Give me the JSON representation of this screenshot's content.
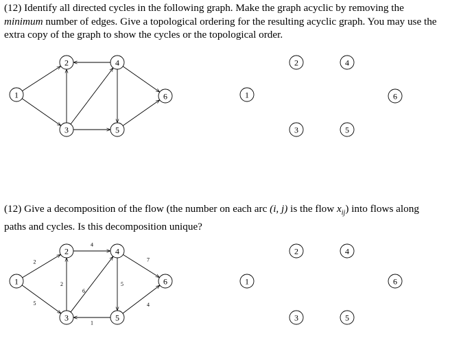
{
  "q1": {
    "part1": "(12) Identify all directed cycles in the following graph. Make the graph acyclic by removing the ",
    "emph": "minimum",
    "part2": " number of edges. Give a topological ordering for the resulting acyclic graph. You may use the extra copy of the graph to show the cycles or the topological order."
  },
  "q2": {
    "part1": "(12) Give a decomposition of the flow (the number on each arc ",
    "arc": "(i, j)",
    "part2": " is the flow ",
    "flow_var": "x",
    "flow_sub": "ij",
    "part3": ") into flows along paths and cycles. Is this decomposition unique?"
  },
  "graph": {
    "node_labels": [
      "1",
      "2",
      "3",
      "4",
      "5",
      "6"
    ],
    "edges_q1": [
      [
        "1",
        "2"
      ],
      [
        "1",
        "3"
      ],
      [
        "3",
        "2"
      ],
      [
        "3",
        "4"
      ],
      [
        "3",
        "5"
      ],
      [
        "4",
        "2"
      ],
      [
        "4",
        "5"
      ],
      [
        "4",
        "6"
      ],
      [
        "5",
        "6"
      ]
    ],
    "edges_q2": [
      {
        "from": "1",
        "to": "2",
        "flow": "2"
      },
      {
        "from": "1",
        "to": "3",
        "flow": "5"
      },
      {
        "from": "2",
        "to": "4",
        "flow": "4"
      },
      {
        "from": "3",
        "to": "2",
        "flow": "2"
      },
      {
        "from": "3",
        "to": "4",
        "flow": "6"
      },
      {
        "from": "5",
        "to": "3",
        "flow": "1"
      },
      {
        "from": "4",
        "to": "5",
        "flow": "5"
      },
      {
        "from": "4",
        "to": "6",
        "flow": "7"
      },
      {
        "from": "5",
        "to": "6",
        "flow": "4"
      }
    ]
  }
}
